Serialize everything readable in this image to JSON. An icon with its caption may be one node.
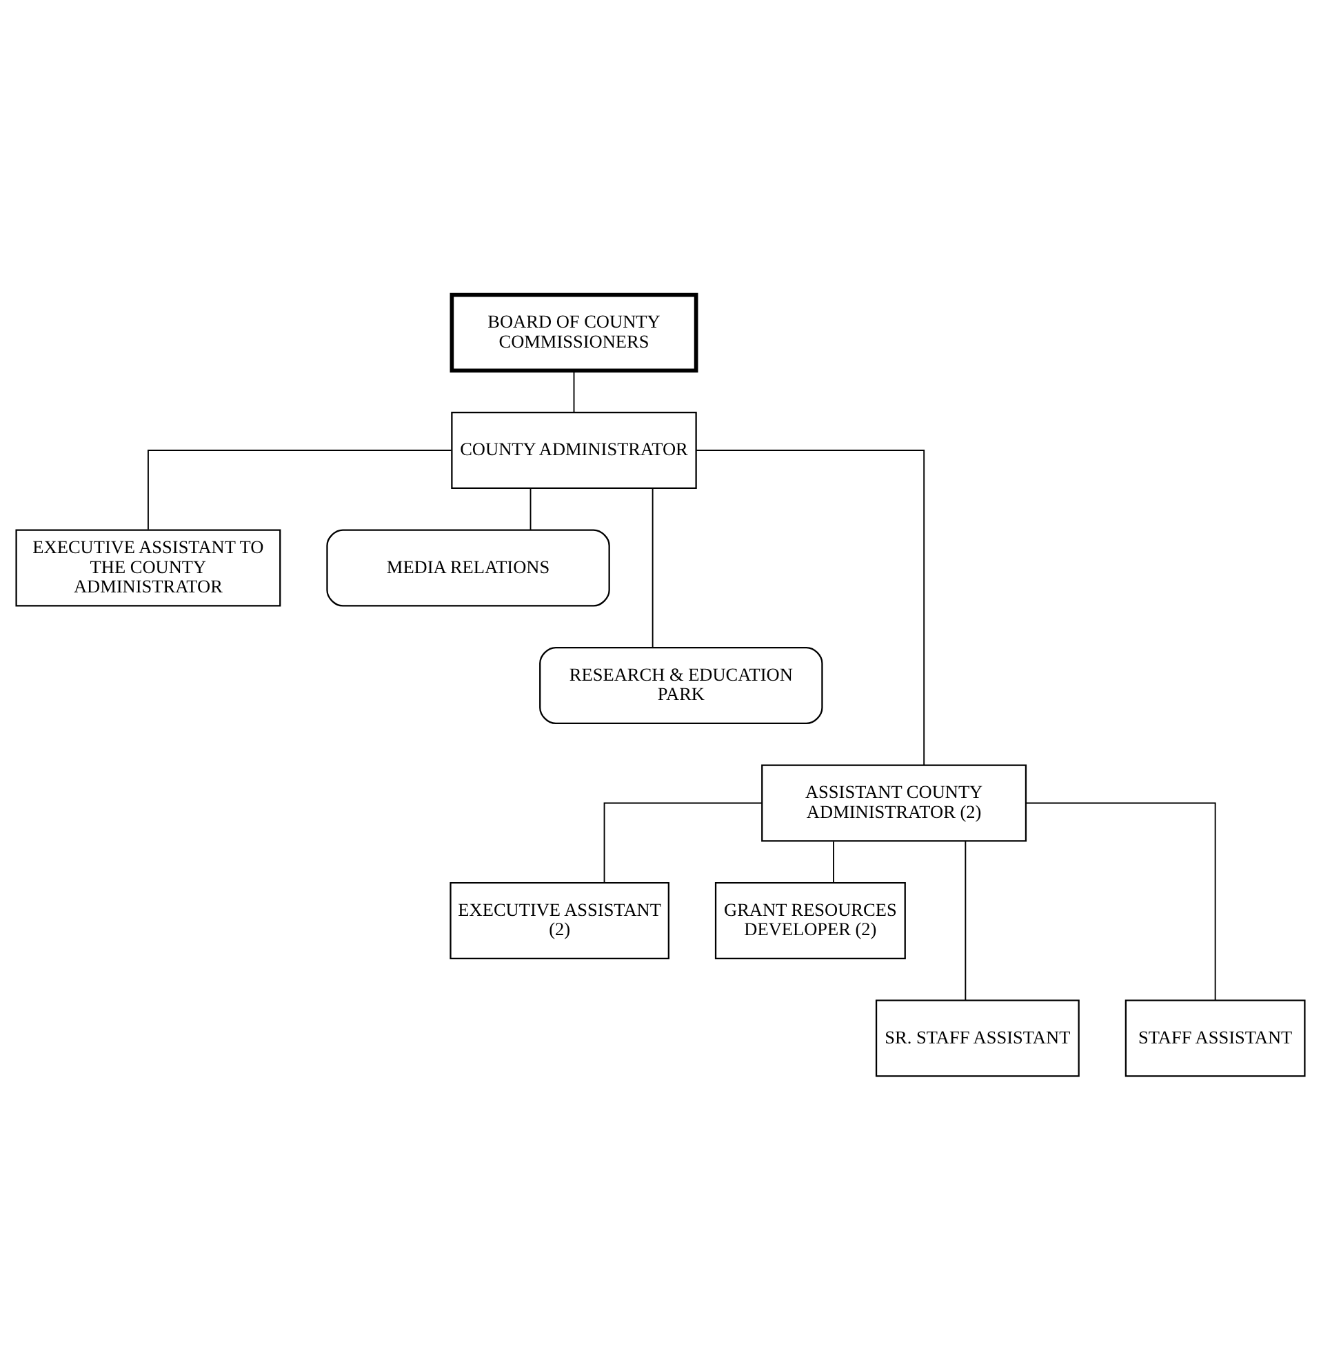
{
  "diagram": {
    "nodes": [
      {
        "text": [
          "BOARD OF COUNTY COMMISSIONERS"
        ]
      },
      {
        "text": [
          "COUNTY ADMINISTRATOR"
        ]
      },
      {
        "text": [
          "EXECUTIVE ASSISTANT TO THE COUNTY ADMINISTRATOR"
        ]
      },
      {
        "text": [
          "MEDIA RELATIONS"
        ]
      },
      {
        "text": [
          "RESEARCH & EDUCATION PARK"
        ]
      },
      {
        "text": [
          "ASSISTANT COUNTY ADMINISTRATOR (2)"
        ]
      },
      {
        "text": [
          "EXECUTIVE ASSISTANT (2)"
        ]
      },
      {
        "text": [
          "GRANT RESOURCES DEVELOPER (2)"
        ]
      },
      {
        "text": [
          "SR. STAFF ASSISTANT"
        ]
      },
      {
        "text": [
          "STAFF ASSISTANT"
        ]
      }
    ],
    "edges": [
      {
        "from": 0,
        "to": 1,
        "arrow": "none"
      },
      {
        "from": 1,
        "to": 2,
        "arrow": "none"
      },
      {
        "from": 1,
        "to": 3,
        "arrow": "none"
      },
      {
        "from": 1,
        "to": 4,
        "arrow": "none"
      },
      {
        "from": 1,
        "to": 5,
        "arrow": "none"
      },
      {
        "from": 5,
        "to": 6,
        "arrow": "none"
      },
      {
        "from": 5,
        "to": 7,
        "arrow": "none"
      },
      {
        "from": 5,
        "to": 8,
        "arrow": "none"
      },
      {
        "from": 5,
        "to": 9,
        "arrow": "none"
      }
    ]
  }
}
